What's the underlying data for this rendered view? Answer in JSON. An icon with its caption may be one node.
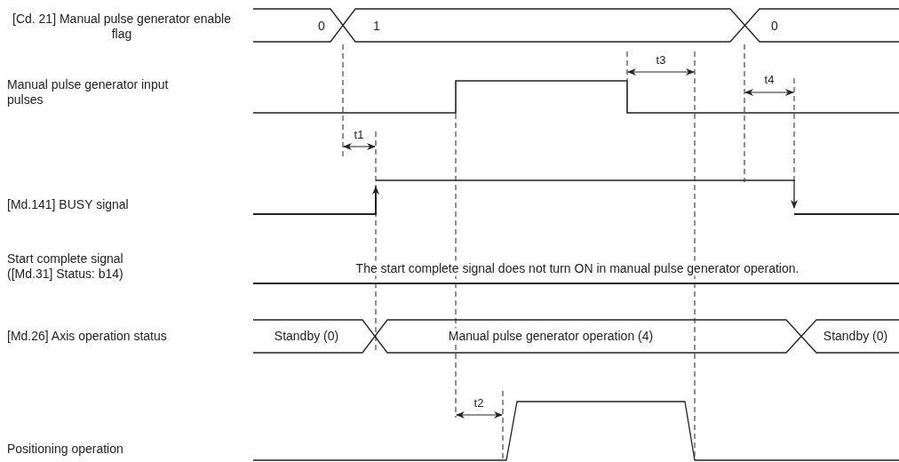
{
  "diagram": {
    "labels": [
      "[Cd. 21] Manual pulse generator enable flag",
      "0",
      "1",
      "0",
      "t3",
      "Manual pulse generator input pulses",
      "t4",
      "t1",
      "[Md.141] BUSY signal",
      "Start complete signal ([Md.31] Status: b14)",
      "The start complete signal does not turn ON in manual pulse generator operation.",
      "[Md.26] Axis operation status",
      "Standby (0)",
      "Manual pulse generator operation (4)",
      "Standby (0)",
      "t2",
      "Positioning operation"
    ]
  }
}
